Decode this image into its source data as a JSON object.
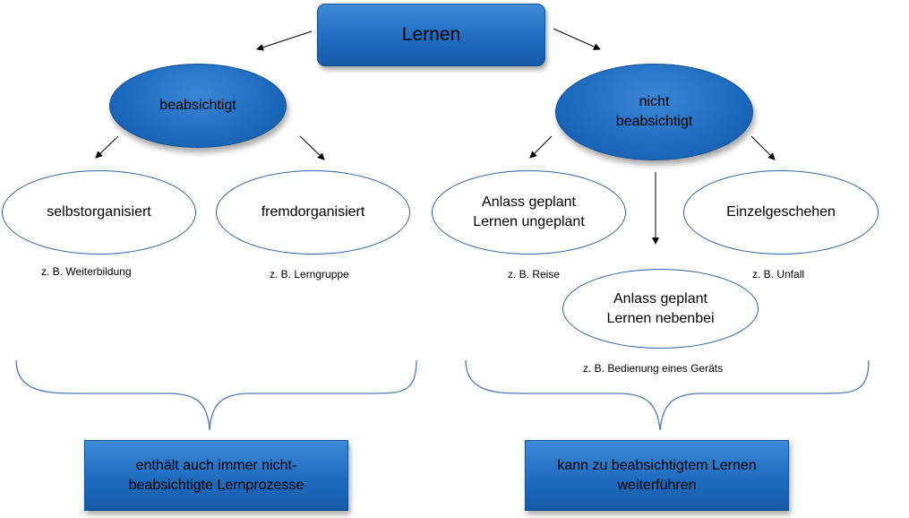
{
  "root": {
    "label": "Lernen"
  },
  "branches": {
    "left": {
      "label": "beabsichtigt",
      "children": [
        {
          "lines": [
            "selbstorganisiert"
          ],
          "example": "z. B. Weiterbildung"
        },
        {
          "lines": [
            "fremdorganisiert"
          ],
          "example": "z. B. Lerngruppe"
        }
      ],
      "summary": [
        "enthält auch immer nicht-",
        "beabsichtigte Lernprozesse"
      ]
    },
    "right": {
      "label_lines": [
        "nicht",
        "beabsichtigt"
      ],
      "children": [
        {
          "lines": [
            "Anlass geplant",
            "Lernen ungeplant"
          ],
          "example": "z. B. Reise"
        },
        {
          "lines": [
            "Anlass geplant",
            "Lernen nebenbei"
          ],
          "example": "z. B. Bedienung eines Geräts"
        },
        {
          "lines": [
            "Einzelgeschehen"
          ],
          "example": "z. B. Unfall"
        }
      ],
      "summary": [
        "kann zu beabsichtigtem Lernen",
        "weiterführen"
      ]
    }
  },
  "colors": {
    "box_fill": "#1f6cc0",
    "box_border": "#124f92",
    "outline": "#2a64a8",
    "arrow": "#000000",
    "brace": "#4a79b8"
  }
}
